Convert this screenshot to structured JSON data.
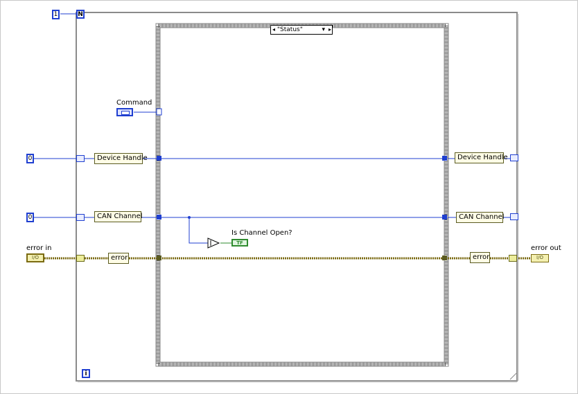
{
  "loop": {
    "count_const": "1",
    "count_terminal": "N",
    "iteration_terminal": "i"
  },
  "case_structure": {
    "selector_value": "\"Status\"",
    "selector_left_arrow": "◂",
    "selector_right_arrow": "▸",
    "selector_dropdown": "▾"
  },
  "command": {
    "label": "Command"
  },
  "inputs": {
    "device_handle_const": "0",
    "can_channel_const": "0",
    "error_in_label": "error in",
    "error_in_glyph": "I/O"
  },
  "bundles": {
    "device_handle_in": "Device Handle",
    "can_channel_in": "CAN Channel",
    "error_in": "error",
    "device_handle_out": "Device Handle",
    "can_channel_out": "CAN Channel",
    "error_out": "error"
  },
  "indicator": {
    "label": "Is Channel Open?",
    "glyph": "TF"
  },
  "outputs": {
    "error_out_label": "error out",
    "error_out_glyph": "I/O"
  },
  "colors": {
    "wire_blue": "#1f3fd0",
    "wire_error": "#7a6a10",
    "bool_green": "#2e8b2e",
    "structure_gray": "#8a8a8a"
  }
}
